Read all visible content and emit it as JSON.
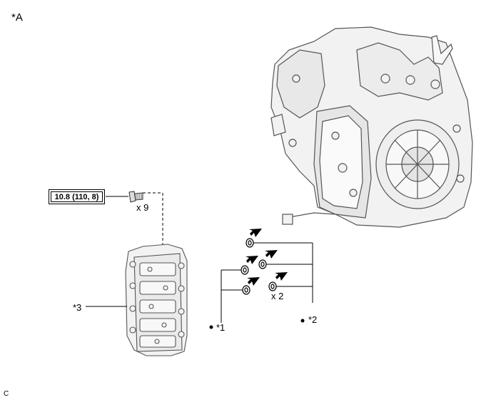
{
  "figure": {
    "view_label": "*A",
    "code": "C"
  },
  "torque_spec": "10.8 (110, 8)",
  "bolt": {
    "quantity": "x 9"
  },
  "oil_seal": {
    "quantity": "x 2"
  },
  "callouts": {
    "item1": "*1",
    "item2": "*2",
    "item3": "*3"
  },
  "icons": [
    "transaxle-assembly",
    "valve-body",
    "bolt",
    "o-ring",
    "arrow-marker"
  ],
  "colors": {
    "line": "#000000",
    "part_fill": "#f2f2f2",
    "part_stroke": "#555555"
  }
}
